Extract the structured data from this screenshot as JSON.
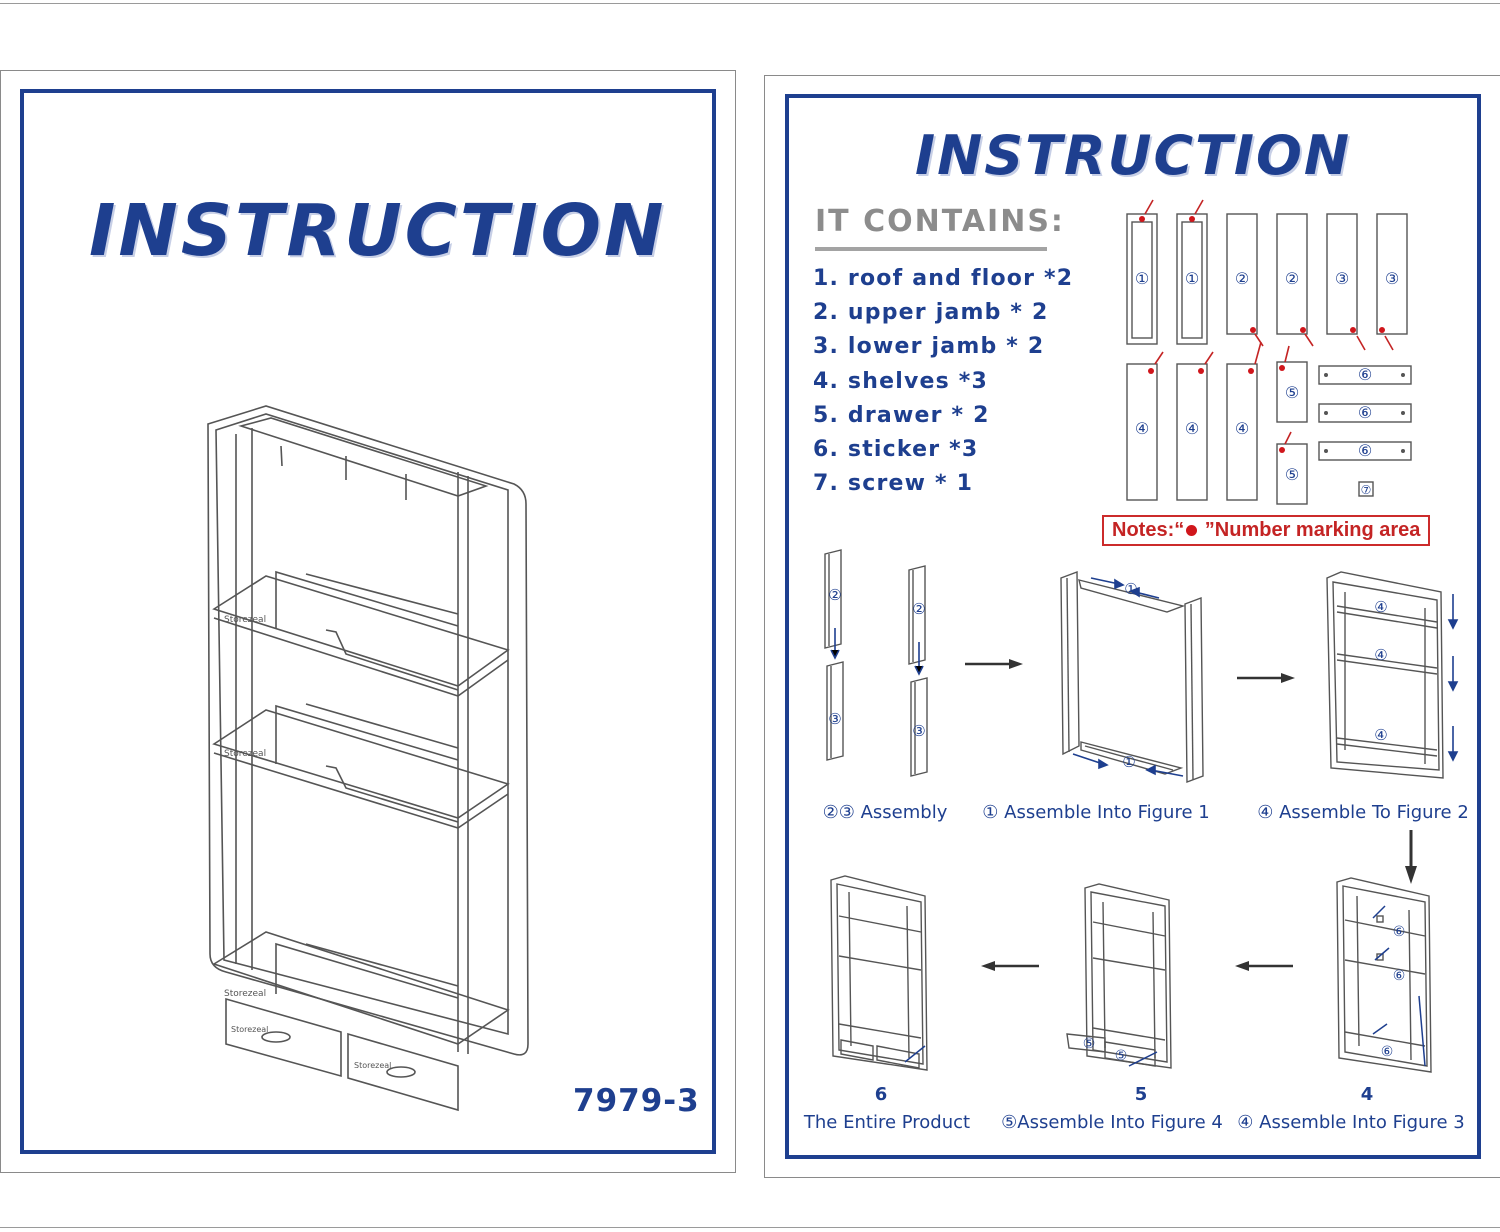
{
  "left_page": {
    "title": "INSTRUCTION",
    "model_code": "7979-3",
    "shelf_brand_labels": [
      "Storezeal",
      "Storezeal",
      "Storezeal",
      "Storezeal",
      "Storezeal"
    ]
  },
  "right_page": {
    "title": "INSTRUCTION",
    "contains_heading": "IT CONTAINS:",
    "parts": [
      "1.  roof and floor *2",
      "2.  upper jamb  * 2",
      "3.  lower jamb  * 2",
      "4.  shelves  *3",
      "5.  drawer  * 2",
      "6.  sticker  *3",
      "7.  screw  * 1"
    ],
    "part_markers": [
      "①",
      "①",
      "②",
      "②",
      "③",
      "③",
      "④",
      "④",
      "④",
      "⑤",
      "⑤",
      "⑥",
      "⑥",
      "⑥",
      "⑦"
    ],
    "notes": {
      "prefix": "Notes:“",
      "suffix": " ”Number marking area"
    },
    "steps": [
      {
        "number": "",
        "caption": "②③ Assembly"
      },
      {
        "number": "",
        "caption": "① Assemble Into Figure 1"
      },
      {
        "number": "",
        "caption": "④ Assemble To Figure 2"
      },
      {
        "number": "4",
        "caption": "④  Assemble Into Figure 3"
      },
      {
        "number": "5",
        "caption": "⑤Assemble Into Figure 4"
      },
      {
        "number": "6",
        "caption": "The Entire Product"
      }
    ],
    "diagram_markers": {
      "s1": [
        "②",
        "②",
        "③",
        "③"
      ],
      "s2": [
        "①",
        "①"
      ],
      "s3": [
        "④",
        "④",
        "④"
      ],
      "s4": [
        "⑥",
        "⑥",
        "⑥"
      ],
      "s5": [
        "⑤",
        "⑤"
      ]
    }
  },
  "colors": {
    "brand_blue": "#1e3f8f",
    "note_red": "#cc2b2b",
    "heading_gray": "#8c8c8c",
    "line_gray": "#555555"
  }
}
